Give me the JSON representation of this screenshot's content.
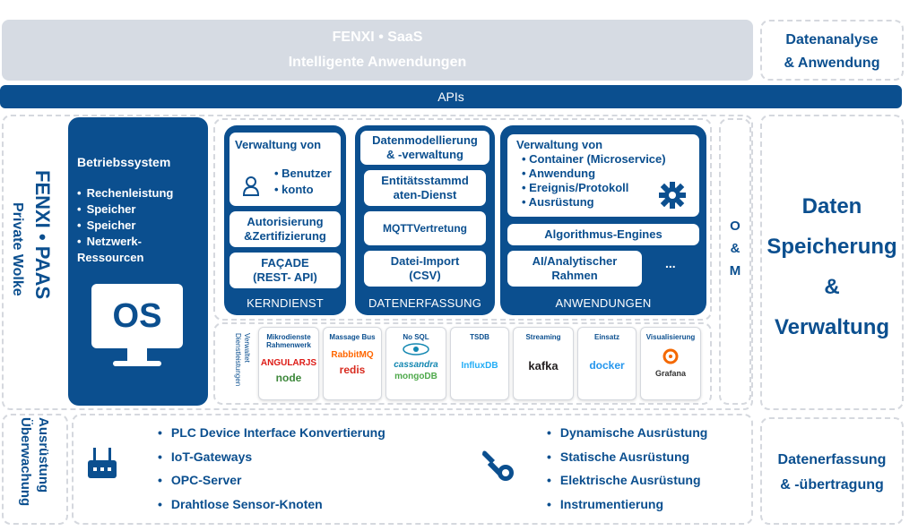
{
  "saas": {
    "line1": "FENXI • SaaS",
    "line2": "Intelligente Anwendungen"
  },
  "apis": "APIs",
  "right": {
    "top": {
      "line1": "Datenanalyse",
      "line2": "& Anwendung"
    },
    "middle": {
      "line1": "Daten",
      "line2": "Speicherung",
      "line3": "&",
      "line4": "Verwaltung"
    },
    "bottom": {
      "line1": "Datenerfassung",
      "line2": "& -übertragung"
    }
  },
  "left_vertical": {
    "paas": "FENXI • PAAS",
    "private": "Private Wolke",
    "equipment": "Ausrüstung Überwachung"
  },
  "os_panel": {
    "title": "Betriebssystem",
    "items": [
      "Rechenleistung",
      "Speicher",
      "Speicher",
      "Netzwerk-Ressourcen"
    ],
    "badge": "OS"
  },
  "kerndienst": {
    "label": "KERNDIENST",
    "card1": {
      "line1": "Verwaltung von",
      "item1": "• Benutzer",
      "item2": "• konto"
    },
    "card2": {
      "line1": "Autorisierung",
      "line2": "&Zertifizierung"
    },
    "card3": {
      "line1": "FAÇADE",
      "line2": "(REST- API)"
    }
  },
  "datenerfassung": {
    "label": "DATENERFASSUNG",
    "card1": {
      "line1": "Datenmodellierung",
      "line2": "& -verwaltung"
    },
    "card2": {
      "line1": "Entitätsstammd",
      "line2": "aten-Dienst"
    },
    "card3": "MQTTVertretung",
    "card4": {
      "line1": "Datei-Import",
      "line2": "(CSV)"
    }
  },
  "anwendungen": {
    "label": "ANWENDUNGEN",
    "title": "Verwaltung von",
    "items": [
      "• Container (Microservice)",
      "• Anwendung",
      "• Ereignis/Protokoll",
      "• Ausrüstung"
    ],
    "algo": "Algorithmus-Engines",
    "ai": {
      "line1": "AI/Analytischer",
      "line2": "Rahmen"
    },
    "more": "..."
  },
  "om": {
    "o": "O",
    "amp": "&",
    "m": "M"
  },
  "managed_services": {
    "line1": "Verwaltet",
    "line2": "Dienstleistungen"
  },
  "services": [
    {
      "title": "Mikrodienste Rahmenwerk",
      "logo1": "ANGULARJS",
      "logo2": "node",
      "color1": "#dd1b16",
      "color2": "#3c873a"
    },
    {
      "title": "Massage Bus",
      "logo1": "RabbitMQ",
      "logo2": "redis",
      "color1": "#ff6600",
      "color2": "#d82c20"
    },
    {
      "title": "No SQL",
      "logo1": "cassandra",
      "logo2": "mongoDB",
      "color1": "#1287b1",
      "color2": "#4ea94b"
    },
    {
      "title": "TSDB",
      "logo1": "InfluxDB",
      "logo2": "",
      "color1": "#22adf6",
      "color2": ""
    },
    {
      "title": "Streaming",
      "logo1": "kafka",
      "logo2": "",
      "color1": "#231f20",
      "color2": ""
    },
    {
      "title": "Einsatz",
      "logo1": "docker",
      "logo2": "",
      "color1": "#2496ed",
      "color2": ""
    },
    {
      "title": "Visualisierung",
      "logo1": "Grafana",
      "logo2": "",
      "color1": "#f46800",
      "color2": ""
    }
  ],
  "bottom_left_items": [
    "PLC Device Interface  Konvertierung",
    "IoT-Gateways",
    "OPC-Server",
    "Drahtlose Sensor-Knoten"
  ],
  "bottom_right_items": [
    "Dynamische Ausrüstung",
    "Statische Ausrüstung",
    "Elektrische Ausrüstung",
    "Instrumentierung"
  ],
  "colors": {
    "navy": "#0b4f8f",
    "gray": "#d6dbe3",
    "dash": "#d5d8de"
  },
  "icons": [
    "user-icon",
    "gear-icon",
    "router-icon",
    "wrench-icon",
    "monitor-icon"
  ]
}
